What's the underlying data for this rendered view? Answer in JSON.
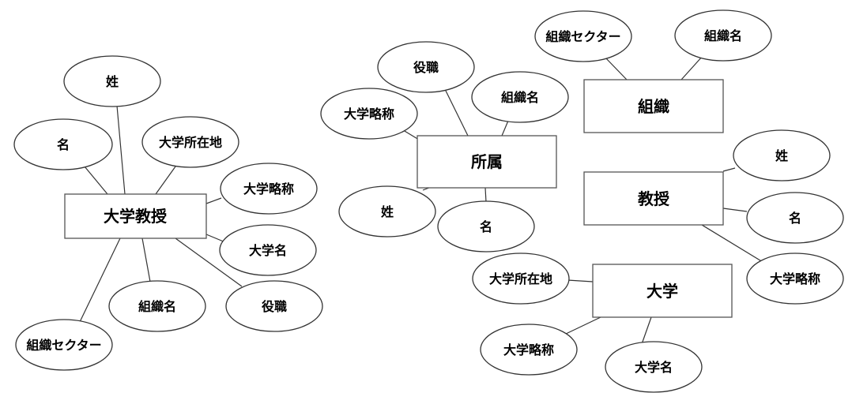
{
  "entities": {
    "professor_full": "大学教授",
    "affiliation": "所属",
    "organization": "組織",
    "professor": "教授",
    "university": "大学"
  },
  "attributes": {
    "sei": "姓",
    "mei": "名",
    "univ_location": "大学所在地",
    "univ_abbrev": "大学略称",
    "univ_name": "大学名",
    "org_name": "組織名",
    "position": "役職",
    "org_sector": "組織セクター"
  }
}
